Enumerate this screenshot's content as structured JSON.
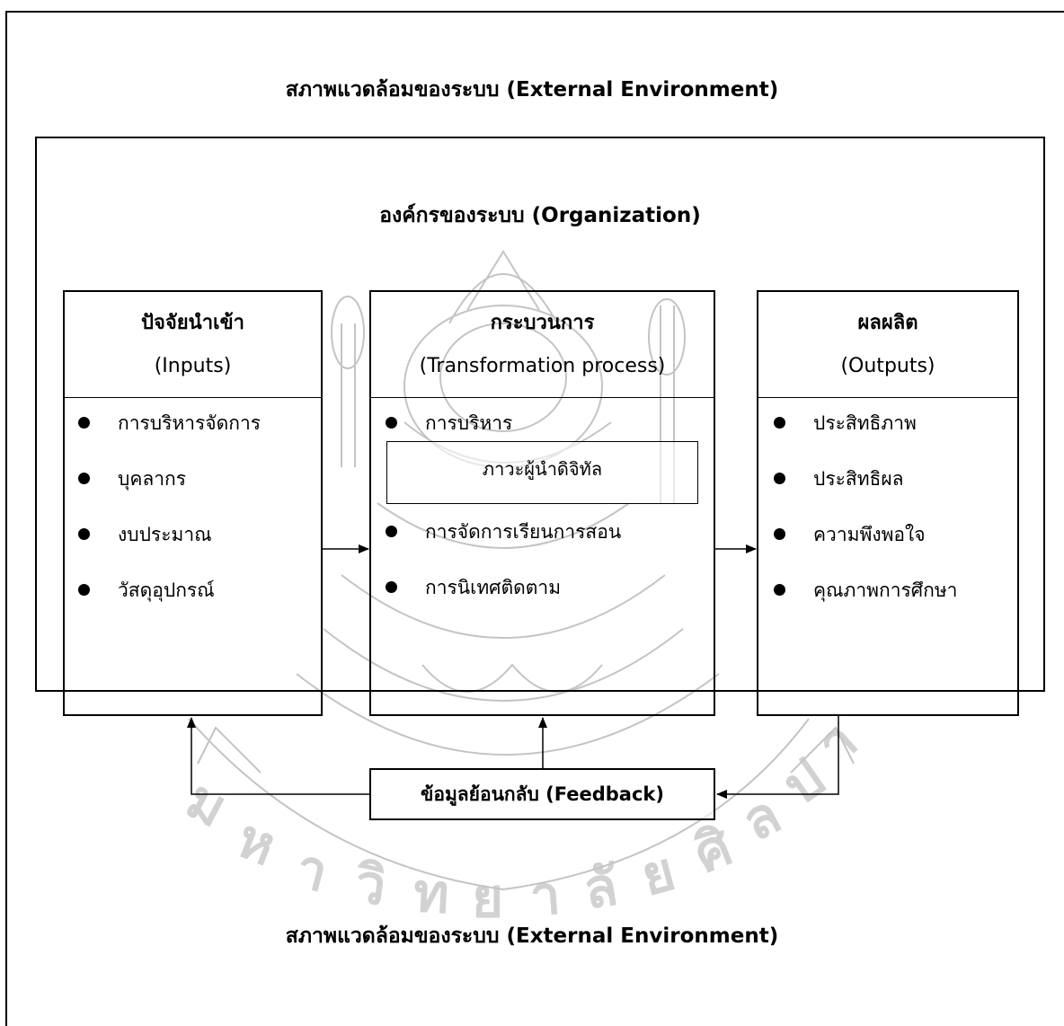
{
  "environment": {
    "top_label": "สภาพแวดล้อมของระบบ (External Environment)",
    "bottom_label": "สภาพแวดล้อมของระบบ (External Environment)"
  },
  "organization": {
    "label": "องค์กรของระบบ (Organization)"
  },
  "inputs": {
    "title": "ปัจจัยนำเข้า",
    "subtitle": "(Inputs)",
    "items": [
      "การบริหารจัดการ",
      "บุคลากร",
      "งบประมาณ",
      "วัสดุอุปกรณ์"
    ]
  },
  "process": {
    "title": "กระบวนการ",
    "subtitle": "(Transformation process)",
    "items": [
      "การบริหาร",
      "การจัดการเรียนการสอน",
      "การนิเทศติดตาม"
    ],
    "sub_box_label": "ภาวะผู้นำดิจิทัล"
  },
  "outputs": {
    "title": "ผลผลิต",
    "subtitle": "(Outputs)",
    "items": [
      "ประสิทธิภาพ",
      "ประสิทธิผล",
      "ความพึงพอใจ",
      "คุณภาพการศึกษา"
    ]
  },
  "feedback": {
    "label": "ข้อมูลย้อนกลับ (Feedback)"
  },
  "colors": {
    "line": "#000000",
    "watermark": "#bdbdbd"
  },
  "watermark_icon": "university-seal-watermark"
}
